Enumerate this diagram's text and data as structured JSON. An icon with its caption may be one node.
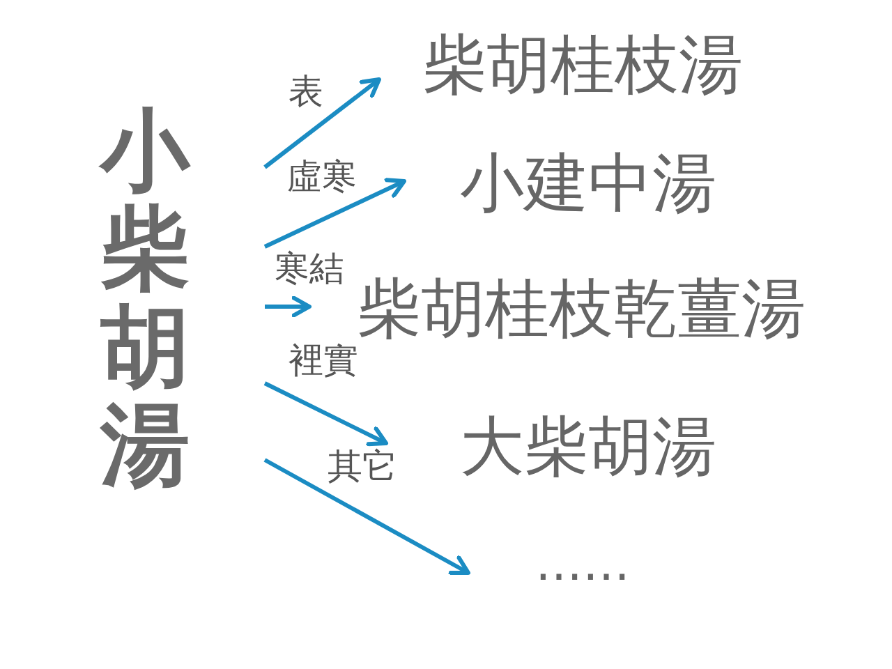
{
  "diagram": {
    "nodes": [
      {
        "text": [
          "小柴胡湯"
        ]
      },
      {
        "text": [
          "柴胡桂枝湯"
        ]
      },
      {
        "text": [
          "小建中湯"
        ]
      },
      {
        "text": [
          "柴胡桂枝乾薑湯"
        ]
      },
      {
        "text": [
          "大柴胡湯"
        ]
      },
      {
        "text": [
          "……"
        ]
      }
    ],
    "edges": [
      {
        "from": 0,
        "to": 1,
        "arrow": "to",
        "label": "表"
      },
      {
        "from": 0,
        "to": 2,
        "arrow": "to",
        "label": "虛寒"
      },
      {
        "from": 0,
        "to": 3,
        "arrow": "to",
        "label": "寒結"
      },
      {
        "from": 0,
        "to": 4,
        "arrow": "to",
        "label": "裡實"
      },
      {
        "from": 0,
        "to": 5,
        "arrow": "to",
        "label": "其它"
      }
    ]
  }
}
